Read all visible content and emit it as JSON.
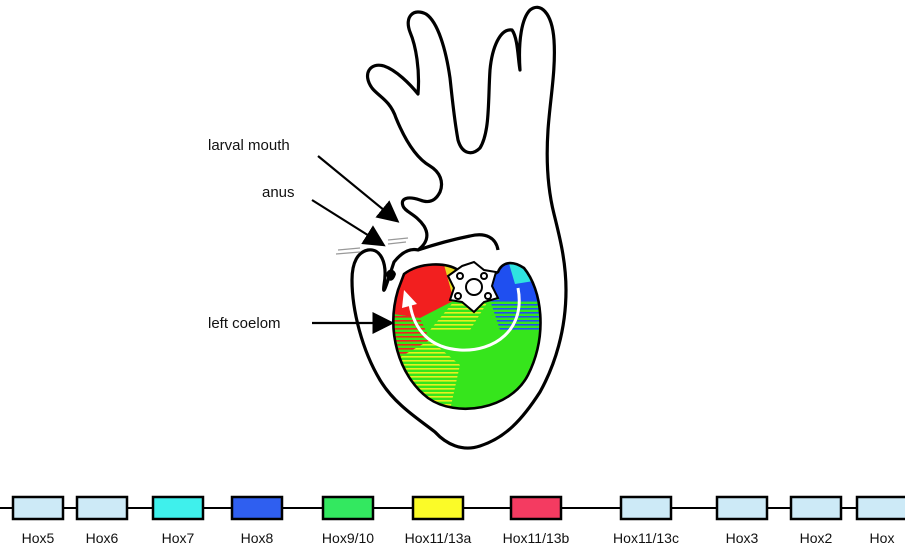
{
  "annotations": {
    "larval_mouth": "larval mouth",
    "anus": "anus",
    "left_coelom": "left coelom"
  },
  "hox_cluster": [
    {
      "label": "Hox5",
      "color": "#cdeaf7"
    },
    {
      "label": "Hox6",
      "color": "#cdeaf7"
    },
    {
      "label": "Hox7",
      "color": "#3ff0ec"
    },
    {
      "label": "Hox8",
      "color": "#2f5ff0"
    },
    {
      "label": "Hox9/10",
      "color": "#33e860"
    },
    {
      "label": "Hox11/13a",
      "color": "#fbfb28"
    },
    {
      "label": "Hox11/13b",
      "color": "#f43b61"
    },
    {
      "label": "Hox11/13c",
      "color": "#cdeaf7"
    },
    {
      "label": "Hox3",
      "color": "#cdeaf7"
    },
    {
      "label": "Hox2",
      "color": "#cdeaf7"
    },
    {
      "label": "Hox",
      "color": "#cdeaf7"
    }
  ],
  "colors": {
    "outline": "#000000",
    "arrow": "#ffffff",
    "coelom_red": "#f21f1f",
    "coelom_green": "#36e51c",
    "coelom_blue": "#1f4ff0",
    "coelom_cyan": "#2fe3e0",
    "coelom_yellow": "#e8f020"
  }
}
